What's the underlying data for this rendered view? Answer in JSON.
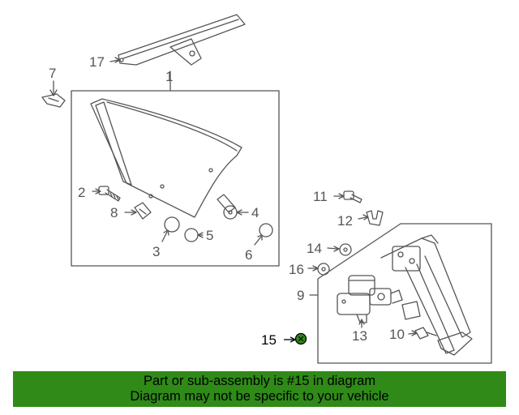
{
  "diagram": {
    "callouts": [
      {
        "id": "17",
        "label": "17"
      },
      {
        "id": "1",
        "label": "1"
      },
      {
        "id": "7",
        "label": "7"
      },
      {
        "id": "2",
        "label": "2"
      },
      {
        "id": "8",
        "label": "8"
      },
      {
        "id": "4",
        "label": "4"
      },
      {
        "id": "5",
        "label": "5"
      },
      {
        "id": "3",
        "label": "3"
      },
      {
        "id": "6",
        "label": "6"
      },
      {
        "id": "11",
        "label": "11"
      },
      {
        "id": "12",
        "label": "12"
      },
      {
        "id": "14",
        "label": "14"
      },
      {
        "id": "16",
        "label": "16"
      },
      {
        "id": "9",
        "label": "9"
      },
      {
        "id": "13",
        "label": "13"
      },
      {
        "id": "10",
        "label": "10"
      },
      {
        "id": "15",
        "label": "15"
      }
    ],
    "highlighted_part": "15"
  },
  "banner": {
    "line1": "Part or sub-assembly is #15 in diagram",
    "line2": "Diagram may not be specific to your vehicle",
    "background": "#2f8a18"
  },
  "colors": {
    "line": "#555555",
    "highlight_part": "#2f8a18",
    "callout_highlight": "#000000"
  }
}
